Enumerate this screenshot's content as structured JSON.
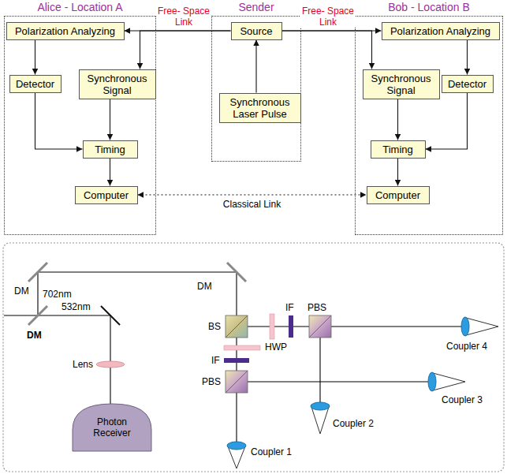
{
  "diagram": {
    "nodes": [
      {
        "text": [
          "Alice - Location A"
        ]
      },
      {
        "text": [
          "Polarization Analyzing"
        ],
        "in": 0
      },
      {
        "text": [
          "Detector"
        ],
        "in": 0
      },
      {
        "text": [
          "Synchronous Signal"
        ],
        "in": 0
      },
      {
        "text": [
          "Timing"
        ],
        "in": 0
      },
      {
        "text": [
          "Computer"
        ],
        "in": 0
      },
      {
        "text": [
          "Sender"
        ]
      },
      {
        "text": [
          "Source"
        ],
        "in": 6
      },
      {
        "text": [
          "Synchronous Laser Pulse"
        ],
        "in": 6
      },
      {
        "text": [
          "Bob - Location B"
        ]
      },
      {
        "text": [
          "Polarization Analyzing"
        ],
        "in": 9
      },
      {
        "text": [
          "Synchronous Signal"
        ],
        "in": 9
      },
      {
        "text": [
          "Detector"
        ],
        "in": 9
      },
      {
        "text": [
          "Timing"
        ],
        "in": 9
      },
      {
        "text": [
          "Computer"
        ],
        "in": 9
      }
    ],
    "edges": [
      {
        "from": 7,
        "to": 1,
        "arrow": "to",
        "label": "Free- Space Link"
      },
      {
        "from": 7,
        "to": 3,
        "arrow": "to"
      },
      {
        "from": 1,
        "to": 2,
        "arrow": "to"
      },
      {
        "from": 2,
        "to": 4,
        "arrow": "to"
      },
      {
        "from": 3,
        "to": 4,
        "arrow": "to"
      },
      {
        "from": 4,
        "to": 5,
        "arrow": "to"
      },
      {
        "from": 7,
        "to": 10,
        "arrow": "to",
        "label": "Free- Space Link"
      },
      {
        "from": 7,
        "to": 11,
        "arrow": "to"
      },
      {
        "from": 10,
        "to": 12,
        "arrow": "to"
      },
      {
        "from": 12,
        "to": 13,
        "arrow": "to"
      },
      {
        "from": 11,
        "to": 13,
        "arrow": "to"
      },
      {
        "from": 13,
        "to": 14,
        "arrow": "to"
      },
      {
        "from": 8,
        "to": 7,
        "arrow": "to"
      },
      {
        "from": 5,
        "to": 14,
        "arrow": "both",
        "label": "Classical Link"
      }
    ],
    "labels": [
      "DM",
      "DM",
      "702nm",
      "532nm",
      "DM",
      "BS",
      "HWP",
      "IF",
      "PBS",
      "IF",
      "PBS",
      "Lens",
      "Photon Receiver",
      "Coupler 4",
      "Coupler 3",
      "Coupler 2",
      "Coupler 1"
    ]
  }
}
